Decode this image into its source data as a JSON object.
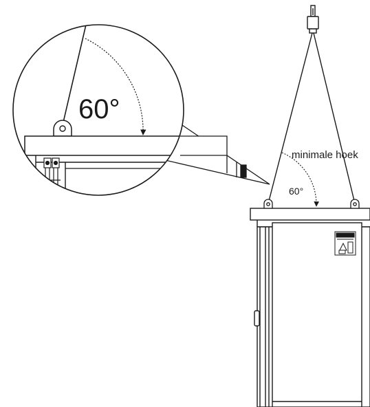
{
  "zoom_angle_label": "60°",
  "angle_label": "60°",
  "min_angle_label": "minimale hoek",
  "ink_color": "#1a1a1a",
  "background_color": "#ffffff",
  "icons": [
    "crane-hook-icon",
    "lifting-eye-icon",
    "warning-label-icon"
  ]
}
